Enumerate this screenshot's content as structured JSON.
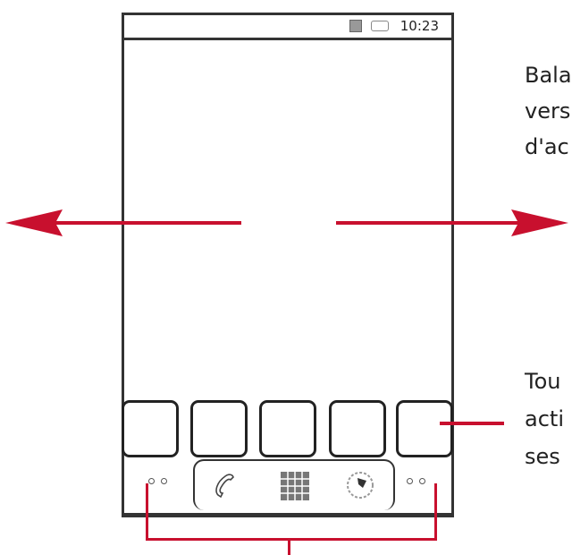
{
  "status_bar": {
    "time": "10:23",
    "icons": [
      "sim-icon",
      "battery-icon"
    ]
  },
  "callouts": {
    "swipe_lines": [
      "Bala",
      "vers",
      "d'ac"
    ],
    "tap_lines": [
      "Tou",
      "acti",
      "ses"
    ]
  },
  "dock": {
    "icons": [
      "phone-icon",
      "app-grid-icon",
      "browser-icon"
    ]
  },
  "colors": {
    "accent": "#c8102e",
    "outline": "#333333"
  }
}
